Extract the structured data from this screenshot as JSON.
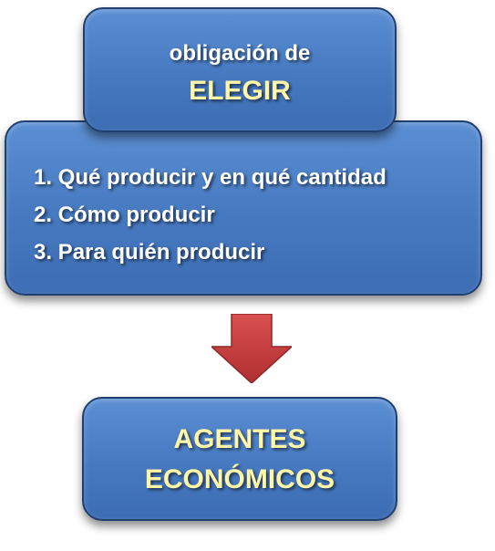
{
  "top_box": {
    "line1": "obligación de",
    "line2": "ELEGIR"
  },
  "middle_box": {
    "items": [
      "1. Qué producir y en qué cantidad",
      "2. Cómo producir",
      "3. Para quién producir"
    ]
  },
  "bottom_box": {
    "line1": "AGENTES",
    "line2": "ECONÓMICOS"
  },
  "colors": {
    "box_fill": "#4a7dc4",
    "box_border": "#1f3f6e",
    "highlight_text": "#fff6a8",
    "body_text": "#ffffff",
    "arrow": "#c0393a"
  }
}
